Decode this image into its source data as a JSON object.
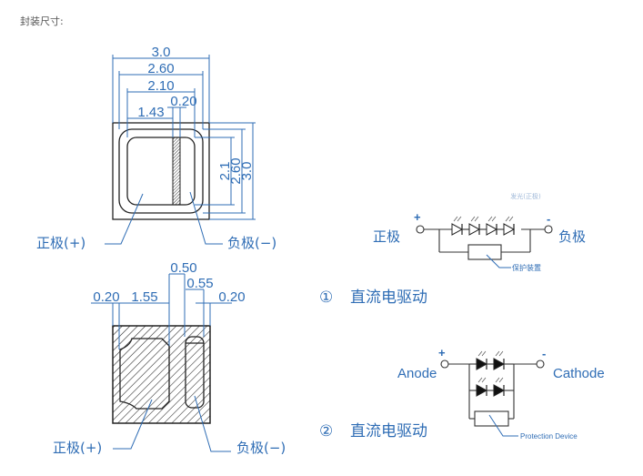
{
  "page": {
    "title": "封装尺寸:"
  },
  "colors": {
    "accent": "#2f6db5",
    "outline": "#222222"
  },
  "top_view": {
    "dims_horizontal": [
      "3.0",
      "2.60",
      "2.10",
      "0.20",
      "1.43"
    ],
    "dims_vertical": [
      "2.1",
      "2.60",
      "3.0"
    ],
    "label_positive": "正极(+)",
    "label_negative": "负极(−)"
  },
  "bottom_view": {
    "dims": [
      "0.50",
      "0.55",
      "0.20",
      "1.55",
      "0.20"
    ],
    "label_positive": "正极(+)",
    "label_negative": "负极(−)"
  },
  "circuit1": {
    "faint_caption": "发光(正极)",
    "plus": "+",
    "minus": "-",
    "left_label": "正极",
    "right_label": "负极",
    "protection_label": "保护装置",
    "led_count": 4,
    "caption_number": "①",
    "caption": "直流电驱动"
  },
  "circuit2": {
    "plus": "+",
    "minus": "-",
    "left_label": "Anode",
    "right_label": "Cathode",
    "protection_label": "Protection Device",
    "caption_number": "②",
    "caption": "直流电驱动"
  }
}
